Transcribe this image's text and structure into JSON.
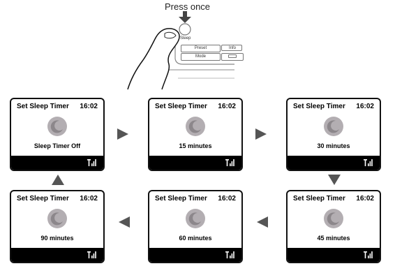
{
  "instruction": {
    "label": "Press once"
  },
  "device": {
    "sleep_label": "Sleep",
    "buttons": [
      {
        "label": "Preset"
      },
      {
        "label": "Info"
      },
      {
        "label": "Mode"
      },
      {
        "label": ""
      }
    ]
  },
  "colors": {
    "moon": "#b3aeb2",
    "moon_dark": "#8c878b",
    "arrow": "#555555",
    "footer": "#000000"
  },
  "screens": [
    {
      "title": "Set Sleep Timer",
      "time": "16:02",
      "value": "Sleep Timer Off",
      "icon": "moon-icon"
    },
    {
      "title": "Set Sleep Timer",
      "time": "16:02",
      "value": "15 minutes",
      "icon": "moon-icon"
    },
    {
      "title": "Set Sleep Timer",
      "time": "16:02",
      "value": "30 minutes",
      "icon": "moon-icon"
    },
    {
      "title": "Set Sleep Timer",
      "time": "16:02",
      "value": "45 minutes",
      "icon": "moon-icon"
    },
    {
      "title": "Set Sleep Timer",
      "time": "16:02",
      "value": "60 minutes",
      "icon": "moon-icon"
    },
    {
      "title": "Set Sleep Timer",
      "time": "16:02",
      "value": "90 minutes",
      "icon": "moon-icon"
    }
  ],
  "flow_arrows": [
    "arrow-right",
    "arrow-right",
    "arrow-down",
    "arrow-left",
    "arrow-left",
    "arrow-up"
  ]
}
